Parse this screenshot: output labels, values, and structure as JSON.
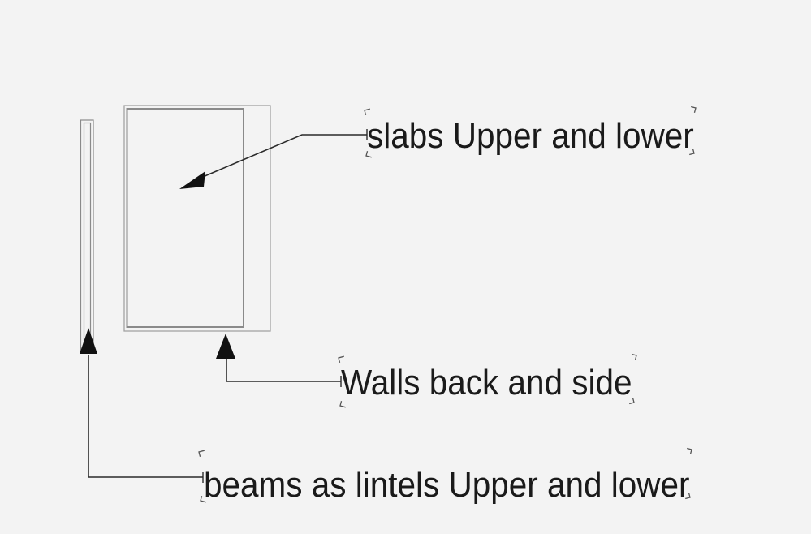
{
  "drawing": {
    "labels": {
      "slabs": "slabs Upper and lower",
      "walls": "Walls back and side",
      "beams": "beams as lintels Upper and lower"
    },
    "colors": {
      "background": "#f3f3f3",
      "text": "#1a1a1a",
      "leader_line": "#2b2b2b",
      "arrowhead": "#111111",
      "rect_outer": "#a3a3a3",
      "rect_inner": "#8a8a8a",
      "corner_mark": "#555555"
    }
  }
}
